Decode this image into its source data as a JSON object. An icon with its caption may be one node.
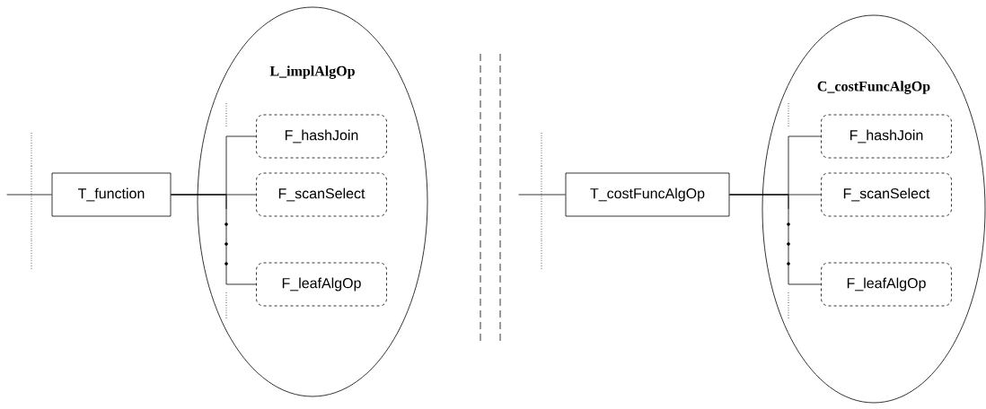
{
  "diagram": {
    "nodes": [
      {
        "text": [
          "T_function"
        ]
      },
      {
        "text": [
          "L_implAlgOp"
        ]
      },
      {
        "text": [
          "F_hashJoin"
        ],
        "in": 1
      },
      {
        "text": [
          "F_scanSelect"
        ],
        "in": 1
      },
      {
        "text": [
          "F_leafAlgOp"
        ],
        "in": 1
      },
      {
        "text": [
          "T_costFuncAlgOp"
        ]
      },
      {
        "text": [
          "C_costFuncAlgOp"
        ]
      },
      {
        "text": [
          "F_hashJoin"
        ],
        "in": 6
      },
      {
        "text": [
          "F_scanSelect"
        ],
        "in": 6
      },
      {
        "text": [
          "F_leafAlgOp"
        ],
        "in": 6
      }
    ],
    "edges": [
      {
        "from": null,
        "to": 0,
        "arrow": "none"
      },
      {
        "from": 0,
        "to": 3,
        "arrow": "none"
      },
      {
        "from": 0,
        "to": 2,
        "arrow": "none"
      },
      {
        "from": 0,
        "to": 4,
        "arrow": "none"
      },
      {
        "from": null,
        "to": 5,
        "arrow": "none"
      },
      {
        "from": 5,
        "to": 8,
        "arrow": "none"
      },
      {
        "from": 5,
        "to": 7,
        "arrow": "none"
      },
      {
        "from": 5,
        "to": 9,
        "arrow": "none"
      }
    ]
  }
}
